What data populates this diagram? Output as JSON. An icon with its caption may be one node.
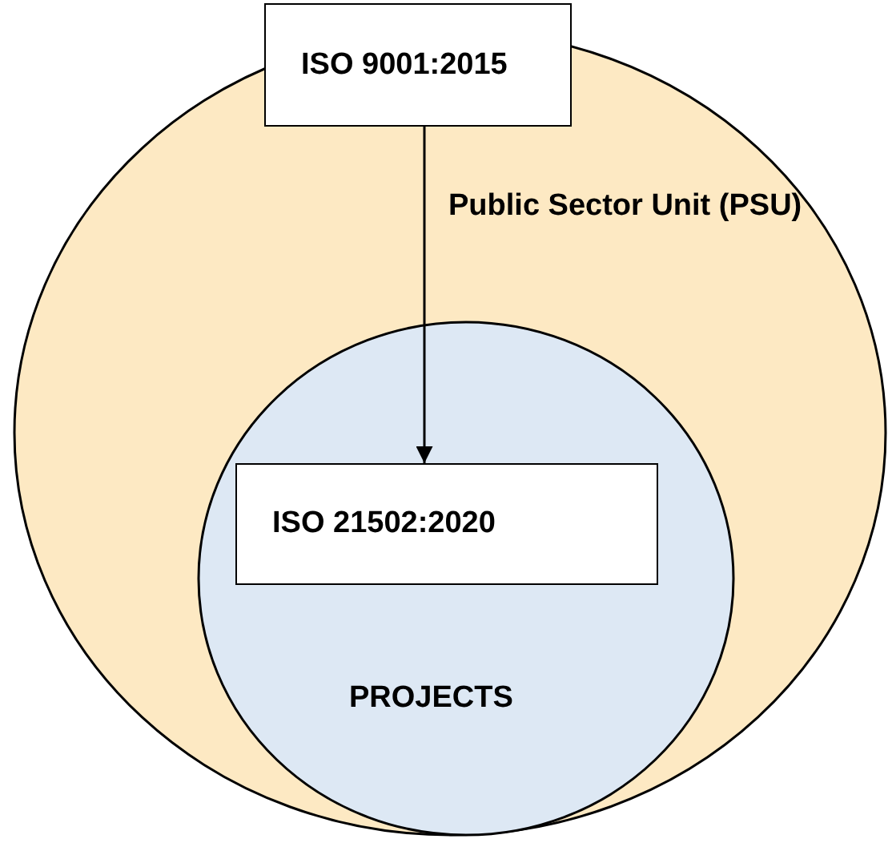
{
  "diagram": {
    "nodes": [
      {
        "text": [
          "Public Sector Unit (PSU)"
        ]
      },
      {
        "text": [
          "ISO 9001:2015"
        ]
      },
      {
        "text": [
          "PROJECTS"
        ],
        "in": 0
      },
      {
        "text": [
          "ISO 21502:2020"
        ],
        "in": 2
      }
    ],
    "edges": [
      {
        "from": 1,
        "to": 3,
        "arrow": "to"
      }
    ]
  }
}
